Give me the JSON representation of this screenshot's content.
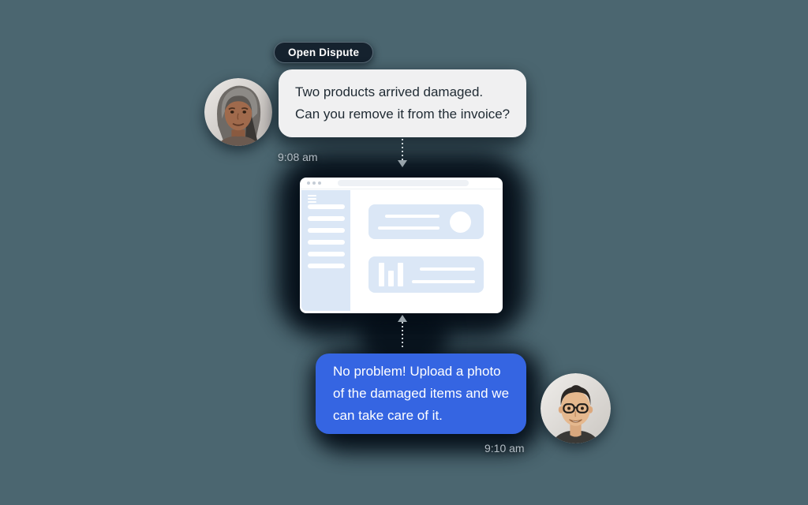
{
  "background_color": "#4b6670",
  "badge": {
    "label": "Open Dispute",
    "bg_color": "#15222e",
    "text_color": "#ffffff"
  },
  "conversation": {
    "customer": {
      "message_lines": {
        "0": "Two products arrived damaged.",
        "1": "Can you remove it from the invoice?"
      },
      "timestamp": "9:08 am",
      "bubble_color": "#f0f0f1",
      "text_color": "#1f2a33"
    },
    "agent": {
      "message_lines": {
        "0": "No problem! Upload a photo",
        "1": "of the damaged items and we",
        "2": "can take care of it."
      },
      "timestamp": "9:10 am",
      "bubble_color": "#3565e2",
      "text_color": "#ffffff"
    }
  },
  "app_window": {
    "accent_color": "#dbe7f6",
    "sidebar_item_count": 6,
    "icons": [
      "window-controls-icon",
      "menu-icon",
      "bar-chart-icon"
    ],
    "cards": [
      "summary-card-with-avatar-circle",
      "chart-card-with-bars"
    ]
  },
  "arrows": [
    "arrow-down-icon",
    "arrow-up-icon"
  ]
}
